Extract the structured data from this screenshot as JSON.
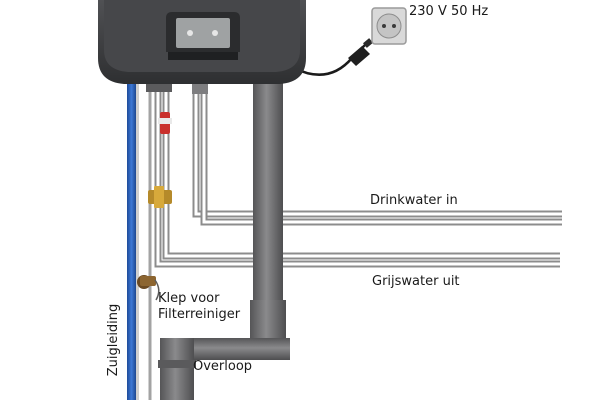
{
  "labels": {
    "power_supply": "230 V 50 Hz",
    "drinking_water_in": "Drinkwater in",
    "grey_water_out": "Grijswater uit",
    "valve_line1": "Klep voor",
    "valve_line2": "Filterreiniger",
    "overflow": "Overloop",
    "suction_line": "Zuigleiding"
  },
  "colors": {
    "unit_body": "#3f4043",
    "unit_dark": "#262729",
    "overflow_pipe": "#6e6e70",
    "suction_pipe": "#2c5fb4",
    "water_line": "#9a9a9a",
    "valve_red": "#c9302c",
    "valve_brass": "#b58a2a"
  }
}
